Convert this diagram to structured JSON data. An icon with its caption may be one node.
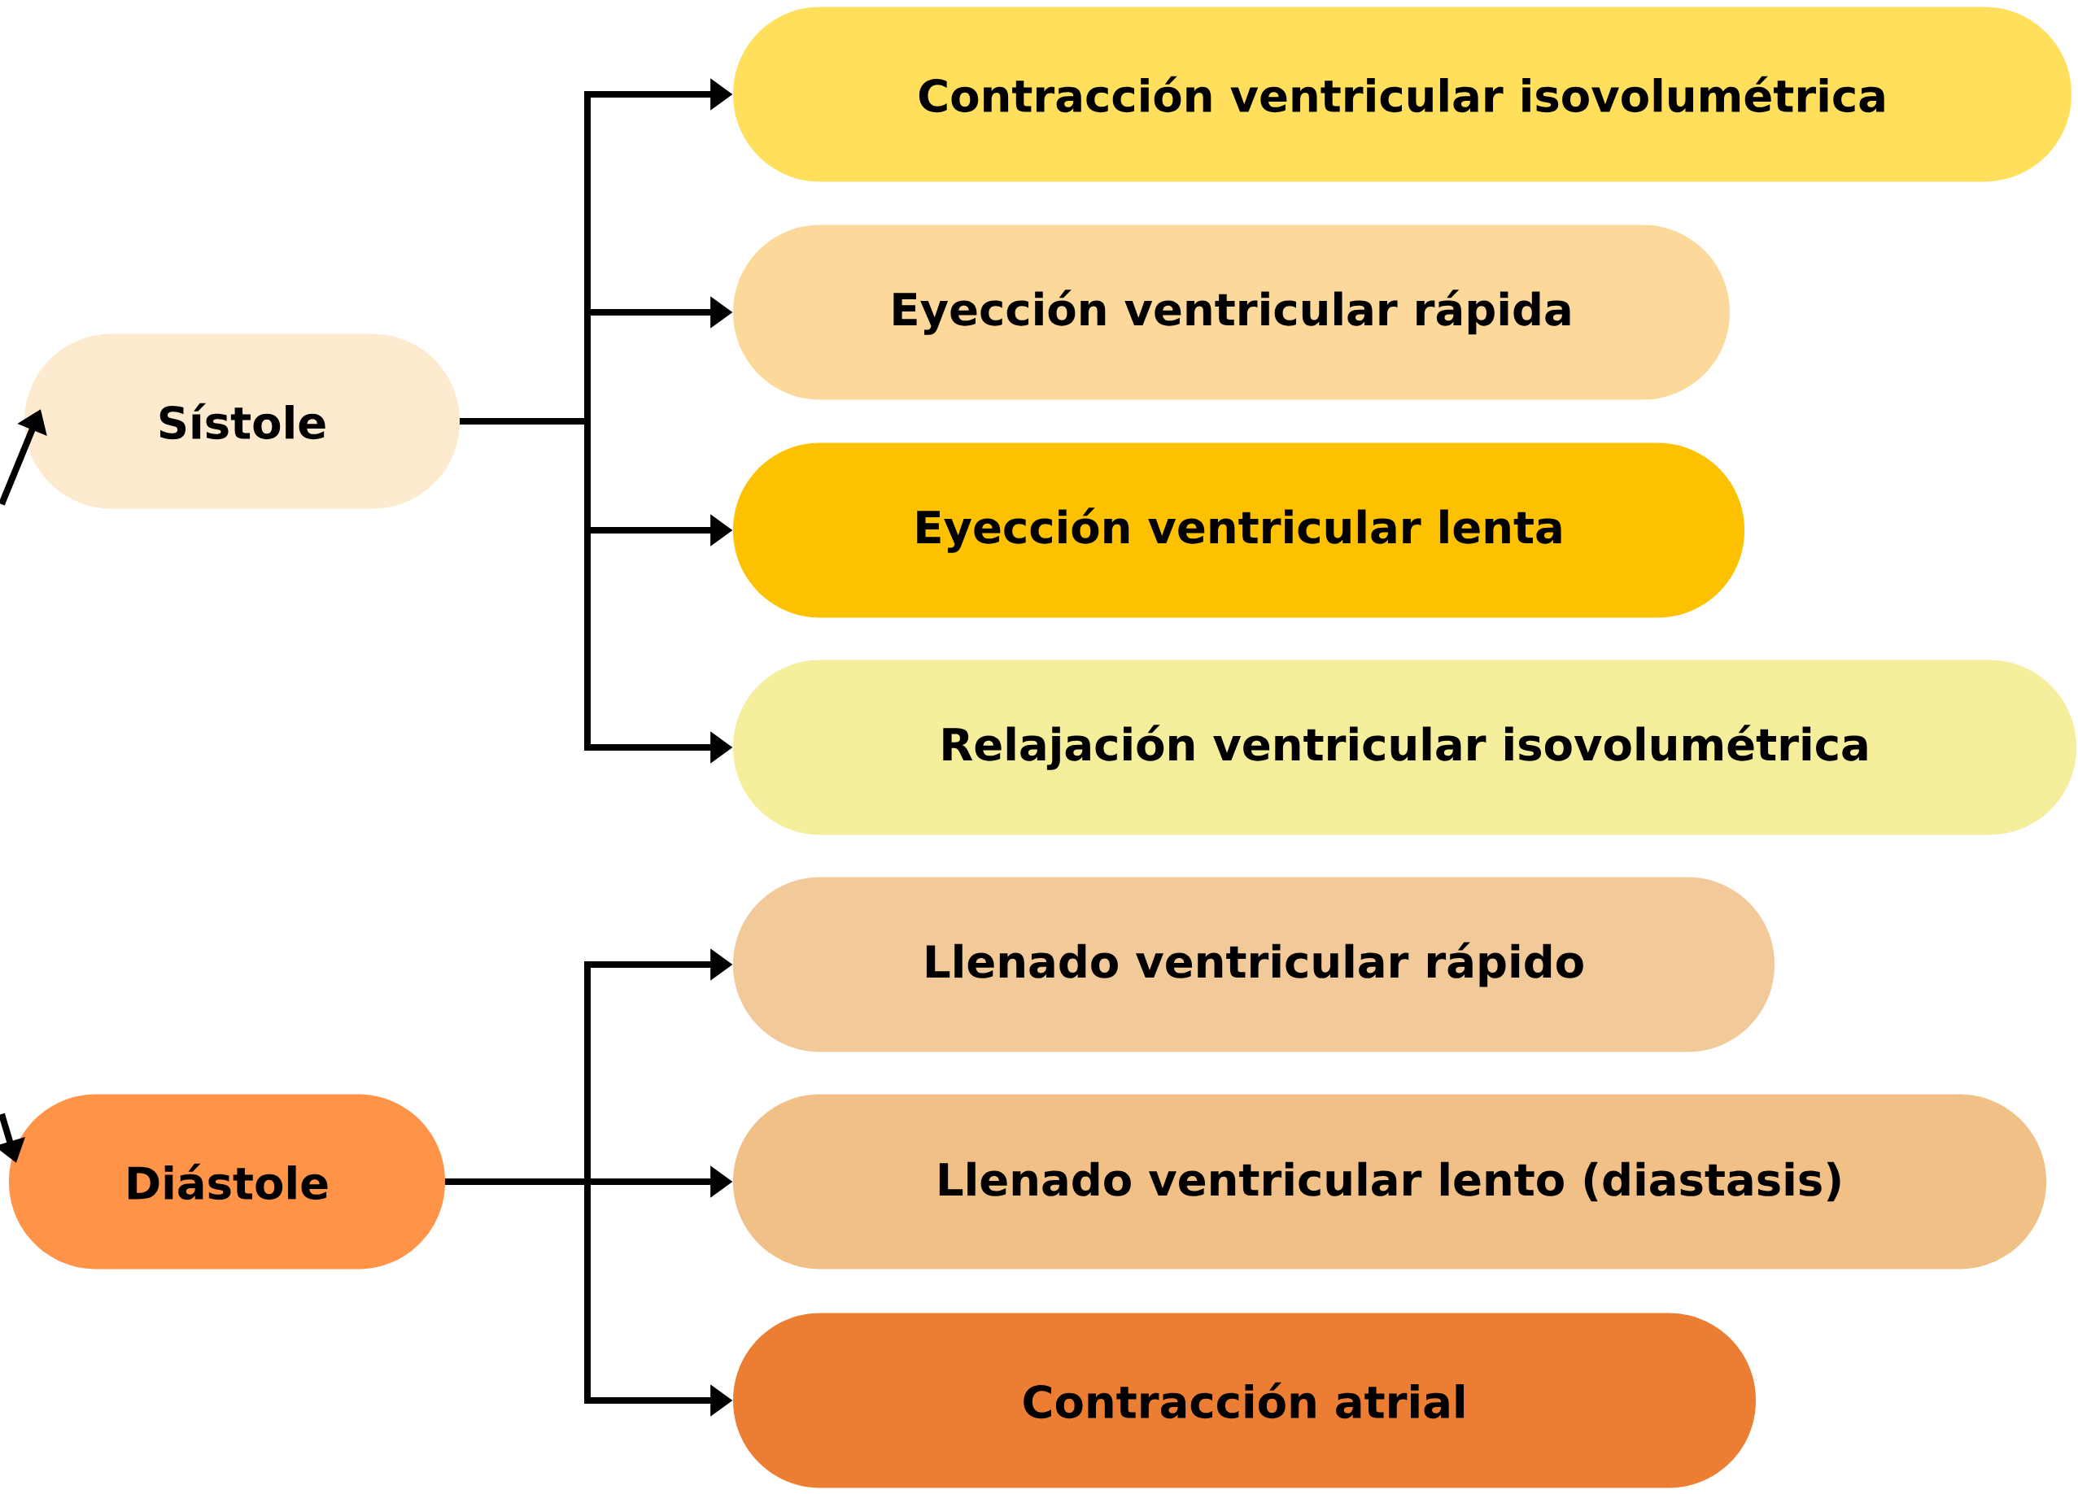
{
  "diagram": {
    "nodes": [
      {
        "text": [
          "Sístole"
        ]
      },
      {
        "text": [
          "Contracción ventricular isovolumétrica"
        ]
      },
      {
        "text": [
          "Eyección ventricular rápida"
        ]
      },
      {
        "text": [
          "Eyección ventricular lenta"
        ]
      },
      {
        "text": [
          "Relajación ventricular isovolumétrica"
        ]
      },
      {
        "text": [
          "Diástole"
        ]
      },
      {
        "text": [
          "Llenado ventricular rápido"
        ]
      },
      {
        "text": [
          "Llenado ventricular lento (diastasis)"
        ]
      },
      {
        "text": [
          "Contracción atrial"
        ]
      }
    ],
    "edges": [
      {
        "from": null,
        "to": 0,
        "arrow": "to"
      },
      {
        "from": 0,
        "to": 1,
        "arrow": "to"
      },
      {
        "from": 0,
        "to": 2,
        "arrow": "to"
      },
      {
        "from": 0,
        "to": 3,
        "arrow": "to"
      },
      {
        "from": 0,
        "to": 4,
        "arrow": "to"
      },
      {
        "from": null,
        "to": 5,
        "arrow": "to"
      },
      {
        "from": 5,
        "to": 6,
        "arrow": "to"
      },
      {
        "from": 5,
        "to": 7,
        "arrow": "to"
      },
      {
        "from": 5,
        "to": 8,
        "arrow": "to"
      }
    ]
  }
}
